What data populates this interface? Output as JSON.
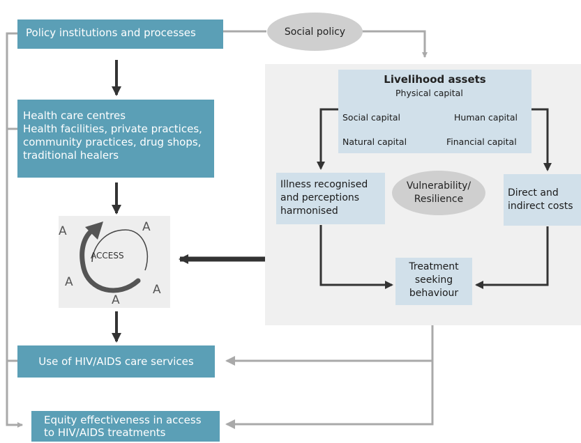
{
  "nodes": {
    "policy_institutions": "Policy institutions and processes",
    "social_policy": "Social policy",
    "health_care_centres": {
      "title": "Health care centres",
      "detail": "Health facilities, private practices,\ncommunity practices, drug shops,\ntraditional healers"
    },
    "access": {
      "label": "ACCESS",
      "a_letter": "A"
    },
    "use_of_services": "Use of HIV/AIDS care services",
    "equity": "Equity effectiveness in access\nto HIV/AIDS treatments",
    "livelihood": {
      "title": "Livelihood assets",
      "physical": "Physical capital",
      "social": "Social capital",
      "human": "Human capital",
      "natural": "Natural capital",
      "financial": "Financial capital"
    },
    "illness": "Illness recognised\nand perceptions\nharmonised",
    "vulnerability": "Vulnerability/\nResilience",
    "costs": "Direct and\nindirect costs",
    "treatment": "Treatment\nseeking\nbehaviour"
  },
  "colors": {
    "dark_box": "#5b9fb6",
    "light_box": "#d1e0ea",
    "ellipse": "#cfcfcf",
    "panel": "#f0f0f0",
    "grey_arrow": "#a9a9a9",
    "dark_arrow": "#333333"
  }
}
